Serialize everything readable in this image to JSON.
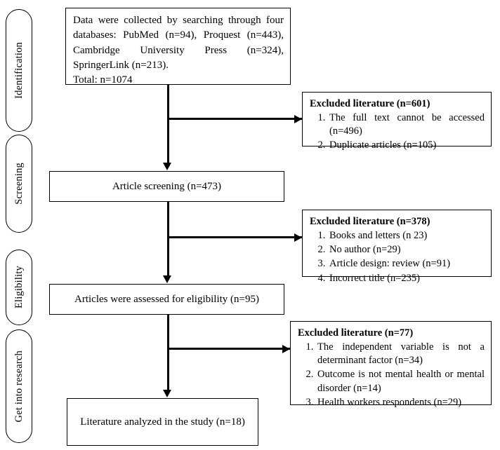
{
  "diagram": {
    "title": "PRISMA literature selection flow diagram",
    "stages": [
      {
        "id": "identification",
        "label": "Identification"
      },
      {
        "id": "screening",
        "label": "Screening"
      },
      {
        "id": "eligibility",
        "label": "Eligibility"
      },
      {
        "id": "get-into-research",
        "label": "Get into research"
      }
    ],
    "flow_boxes": [
      {
        "id": "sources",
        "line1": "Data were collected by searching through four databases: PubMed (n=94), Proquest (n=443), Cambridge University Press (n=324), SpringerLink (n=213).",
        "line2": "Total: n=1074"
      },
      {
        "id": "screening",
        "label": "Article screening (n=473)"
      },
      {
        "id": "eligibility",
        "label": "Articles were assessed for eligibility (n=95)"
      },
      {
        "id": "included",
        "label": "Literature analyzed in the study (n=18)"
      }
    ],
    "excluded_boxes": [
      {
        "id": "excluded-1",
        "title": "Excluded literature (n=601)",
        "items": [
          "The full text cannot be accessed (n=496)",
          "Duplicate articles (n=105)"
        ]
      },
      {
        "id": "excluded-2",
        "title": "Excluded literature (n=378)",
        "items": [
          "Books and letters (n 23)",
          "No author (n=29)",
          "Article design: review (n=91)",
          "Incorrect title (n=235)"
        ]
      },
      {
        "id": "excluded-3",
        "title": "Excluded literature (n=77)",
        "items": [
          "The independent variable is not a determinant factor (n=34)",
          "Outcome is not mental health or mental disorder (n=14)",
          "Health workers respondents (n=29)"
        ]
      }
    ],
    "colors": {
      "stroke": "#000000",
      "background": "#ffffff",
      "text": "#000000"
    }
  }
}
